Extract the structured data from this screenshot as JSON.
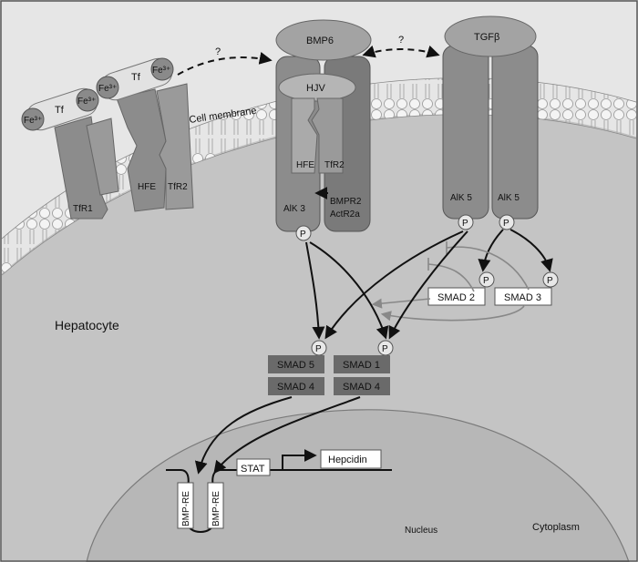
{
  "labels": {
    "question_left": "?",
    "question_right": "?",
    "tf_left": "Tf",
    "tf_right": "Tf",
    "fe1": "Fe³⁺",
    "fe2": "Fe³⁺",
    "fe3": "Fe³⁺",
    "fe4": "Fe³⁺",
    "cell_membrane": "Cell membrane",
    "tfr1": "TfR1",
    "hfe_left": "HFE",
    "tfr2_left": "TfR2",
    "bmp6": "BMP6",
    "hjv": "HJV",
    "hfe_mid": "HFE",
    "tfr2_mid": "TfR2",
    "alk3": "AlK 3",
    "bmpr2": "BMPR2",
    "actr2a": "ActR2a",
    "tgfb": "TGFβ",
    "alk5_left": "AlK 5",
    "alk5_right": "AlK 5",
    "p": "P",
    "smad2": "SMAD 2",
    "smad3": "SMAD 3",
    "hepatocyte": "Hepatocyte",
    "smad5": "SMAD 5",
    "smad1": "SMAD 1",
    "smad4_left": "SMAD 4",
    "smad4_right": "SMAD 4",
    "stat": "STAT",
    "hepcidin": "Hepcidin",
    "bmp_re_left": "BMP-RE",
    "bmp_re_right": "BMP-RE",
    "nucleus": "Nucleus",
    "cytoplasm": "Cytoplasm"
  },
  "colors": {
    "cytoplasm": "#c4c4c4",
    "outside": "#e6e6e6",
    "receptor": "#8c8c8c",
    "receptor_dark": "#6f6f6f",
    "smad_box": "#6a6a6a",
    "inhibitor": "#8a8a8a"
  }
}
